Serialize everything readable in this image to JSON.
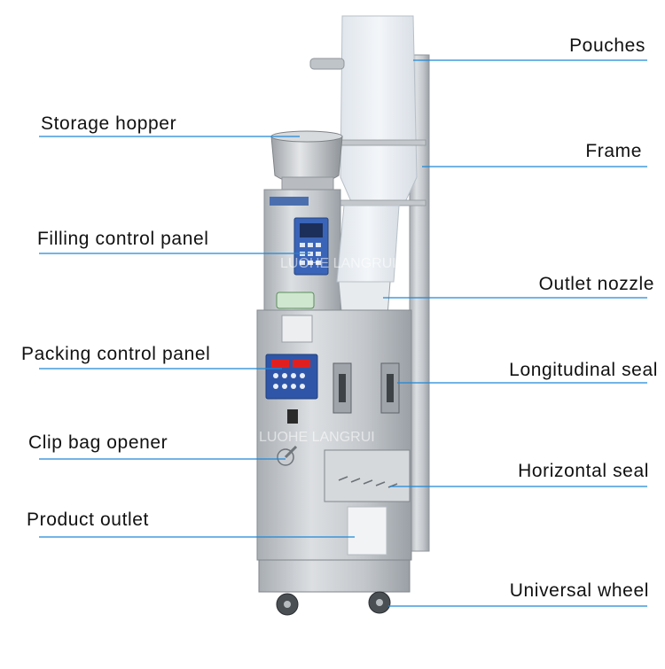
{
  "labels": {
    "left": {
      "storage_hopper": "Storage hopper",
      "filling_control_panel": "Filling control panel",
      "packing_control_panel": "Packing control panel",
      "clip_bag_opener": "Clip bag opener",
      "product_outlet": "Product outlet"
    },
    "right": {
      "pouches": "Pouches",
      "frame": "Frame",
      "outlet_nozzle": "Outlet nozzle",
      "longitudinal_seal": "Longitudinal seal",
      "horizontal_seal": "Horizontal seal",
      "universal_wheel": "Universal wheel"
    }
  },
  "watermark": "LUOHE LANGRUI",
  "colors": {
    "leader_line": "#1e88d8",
    "machine_steel": "#c8ccd0",
    "machine_dark": "#8f959b",
    "panel_blue": "#3a64b8",
    "display_red": "#e02020",
    "film": "#e6ebf0"
  }
}
